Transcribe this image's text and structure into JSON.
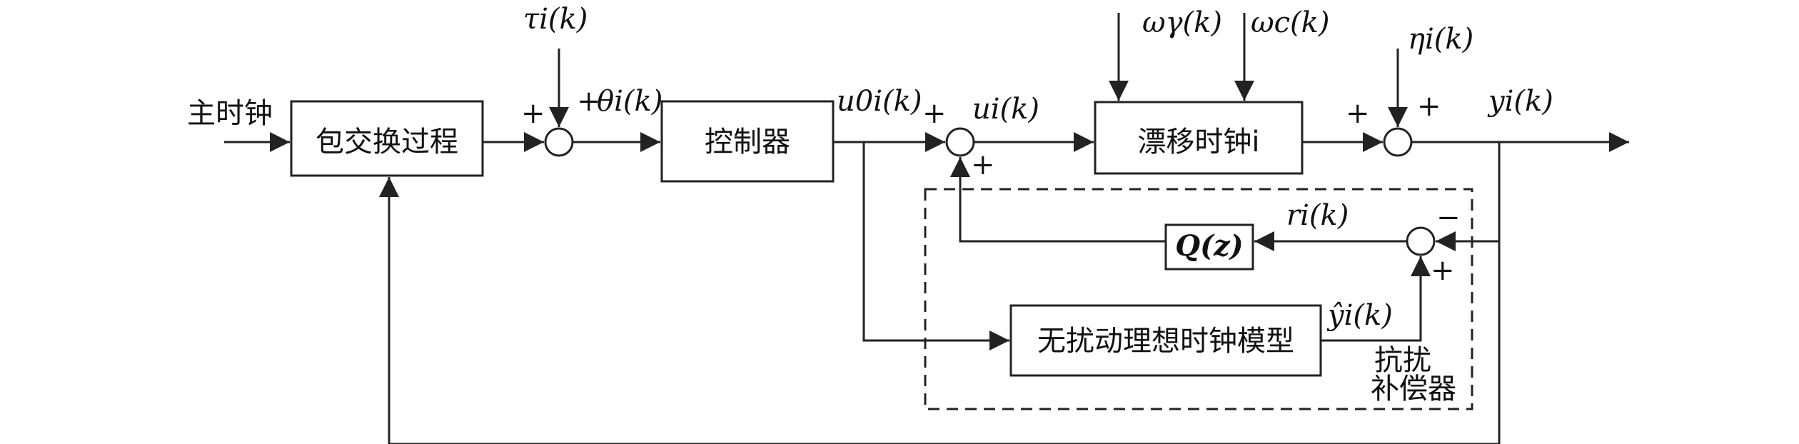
{
  "blocks": {
    "packet_exchange": "包交换过程",
    "controller": "控制器",
    "drift_clock": "漂移时钟i",
    "q_filter": "Q(z)",
    "ideal_model": "无扰动理想时钟模型"
  },
  "labels": {
    "master_clock": "主时钟",
    "compensator_line1": "抗扰",
    "compensator_line2": "补偿器"
  },
  "signals": {
    "tau": "τi(k)",
    "theta": "θi(k)",
    "u0": "u0i(k)",
    "u": "ui(k)",
    "omega_gamma": "ωγ(k)",
    "omega_c": "ωc(k)",
    "eta": "ηi(k)",
    "y": "yi(k)",
    "r": "ri(k)",
    "y_hat": "ŷi(k)"
  },
  "signs": {
    "sum1_left": "+",
    "sum1_top": "+",
    "sum2_left": "+",
    "sum2_bottom": "+",
    "sum3_left": "+",
    "sum3_top": "+",
    "sum4_right": "−",
    "sum4_bottom": "+"
  }
}
